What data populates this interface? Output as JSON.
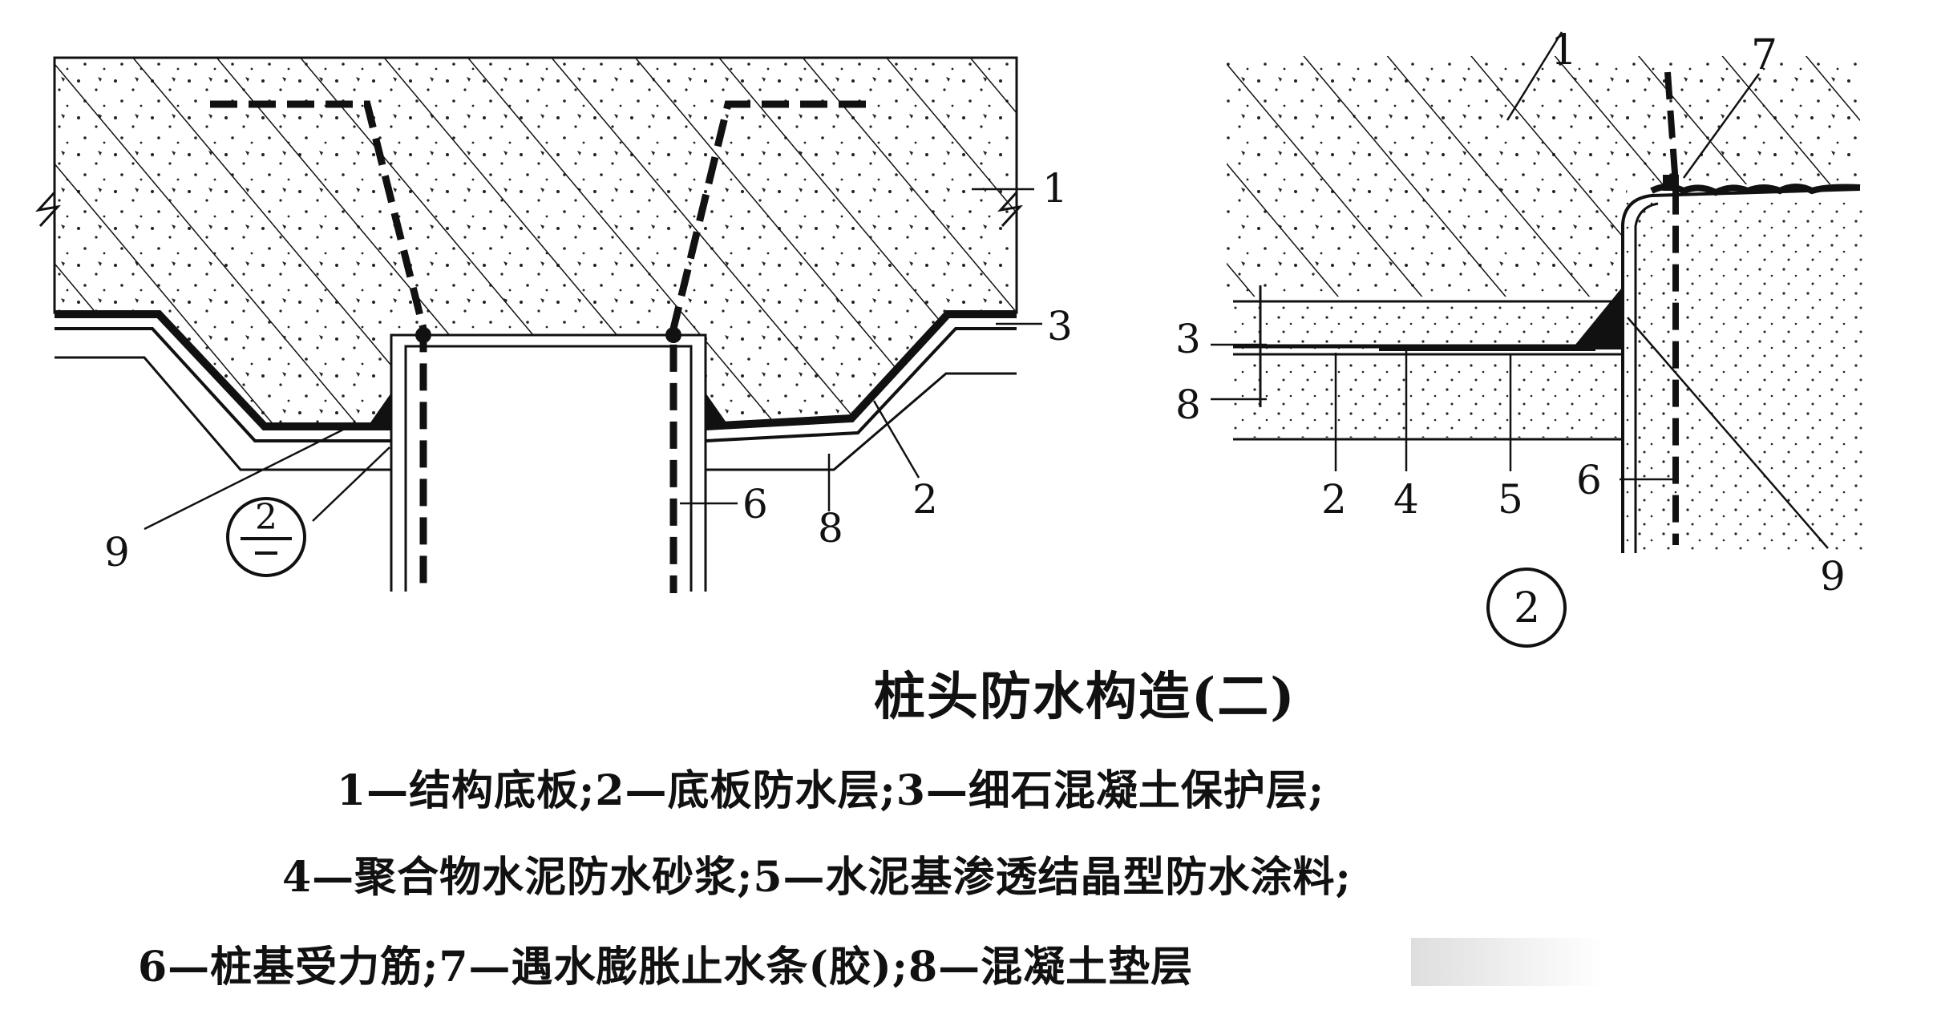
{
  "title": "桩头防水构造(二)",
  "detail_marker": "2",
  "legend": {
    "line1": "1—结构底板;2—底板防水层;3—细石混凝土保护层;",
    "line2": "4—聚合物水泥防水砂浆;5—水泥基渗透结晶型防水涂料;",
    "line3": "6—桩基受力筋;7—遇水膨胀止水条(胶);8—混凝土垫层"
  },
  "left_labels": {
    "l1": "1",
    "l3": "3",
    "l2": "2",
    "l8": "8",
    "l6": "6",
    "l9": "9"
  },
  "right_labels": {
    "r1": "1",
    "r7": "7",
    "r3": "3",
    "r8": "8",
    "r2": "2",
    "r4": "4",
    "r5": "5",
    "r6": "6",
    "r9": "9"
  }
}
